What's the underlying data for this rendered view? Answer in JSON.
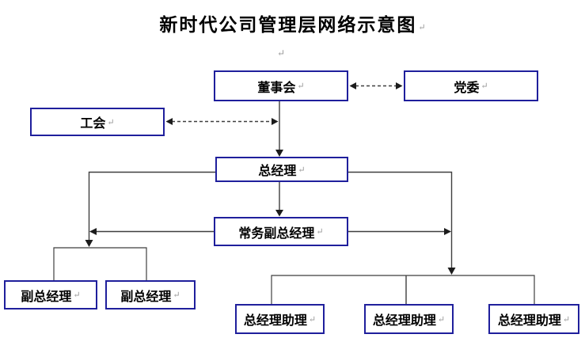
{
  "document": {
    "title": "新时代公司管理层网络示意图",
    "paragraph_mark": "↵"
  },
  "colors": {
    "background": "#ffffff",
    "box_border": "#1f1f9c",
    "connector": "#3f3f3f",
    "arrowhead": "#1c1c1c",
    "pilcrow": "#999999",
    "text": "#000000"
  },
  "nodes": {
    "board": {
      "label": "董事会"
    },
    "party": {
      "label": "党委"
    },
    "union": {
      "label": "工会"
    },
    "gm": {
      "label": "总经理"
    },
    "evp": {
      "label": "常务副总经理"
    },
    "dgm1": {
      "label": "副总经理"
    },
    "dgm2": {
      "label": "副总经理"
    },
    "agm1": {
      "label": "总经理助理"
    },
    "agm2": {
      "label": "总经理助理"
    },
    "agm3": {
      "label": "总经理助理"
    }
  },
  "edges": [
    {
      "from": "董事会",
      "to": "党委",
      "style": "dashed",
      "arrows": "both"
    },
    {
      "from": "工会",
      "to": "董事会-总经理连线",
      "style": "dashed",
      "arrows": "both"
    },
    {
      "from": "董事会",
      "to": "总经理",
      "style": "solid",
      "arrows": "to"
    },
    {
      "from": "总经理",
      "to": "常务副总经理",
      "style": "solid",
      "arrows": "to"
    },
    {
      "from": "总经理",
      "to": "副总经理组",
      "style": "solid",
      "arrows": "to"
    },
    {
      "from": "总经理",
      "to": "总经理助理组",
      "style": "solid",
      "arrows": "to"
    },
    {
      "from": "常务副总经理",
      "to": "副总经理组",
      "style": "solid",
      "arrows": "to"
    },
    {
      "from": "常务副总经理",
      "to": "总经理助理组",
      "style": "solid",
      "arrows": "to"
    }
  ]
}
